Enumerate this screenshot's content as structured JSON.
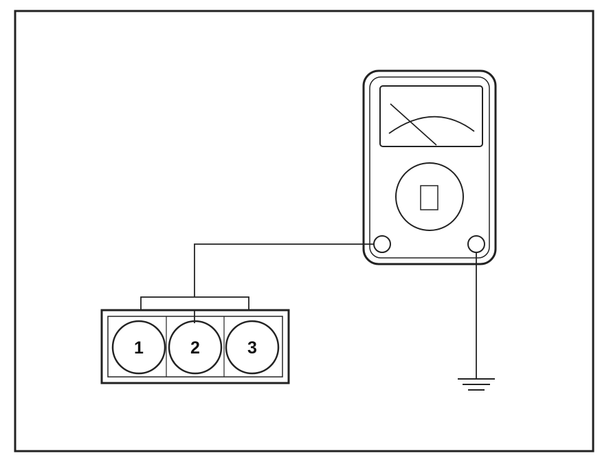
{
  "diagram": {
    "connector": {
      "pins": [
        {
          "label": "1"
        },
        {
          "label": "2"
        },
        {
          "label": "3"
        }
      ],
      "probed_pin": "2"
    },
    "meter": {
      "type": "analog multimeter",
      "terminals": [
        "left-terminal",
        "right-terminal"
      ]
    },
    "ground_symbol": "ground-icon",
    "colors": {
      "line": "#222222",
      "background": "#ffffff"
    }
  }
}
